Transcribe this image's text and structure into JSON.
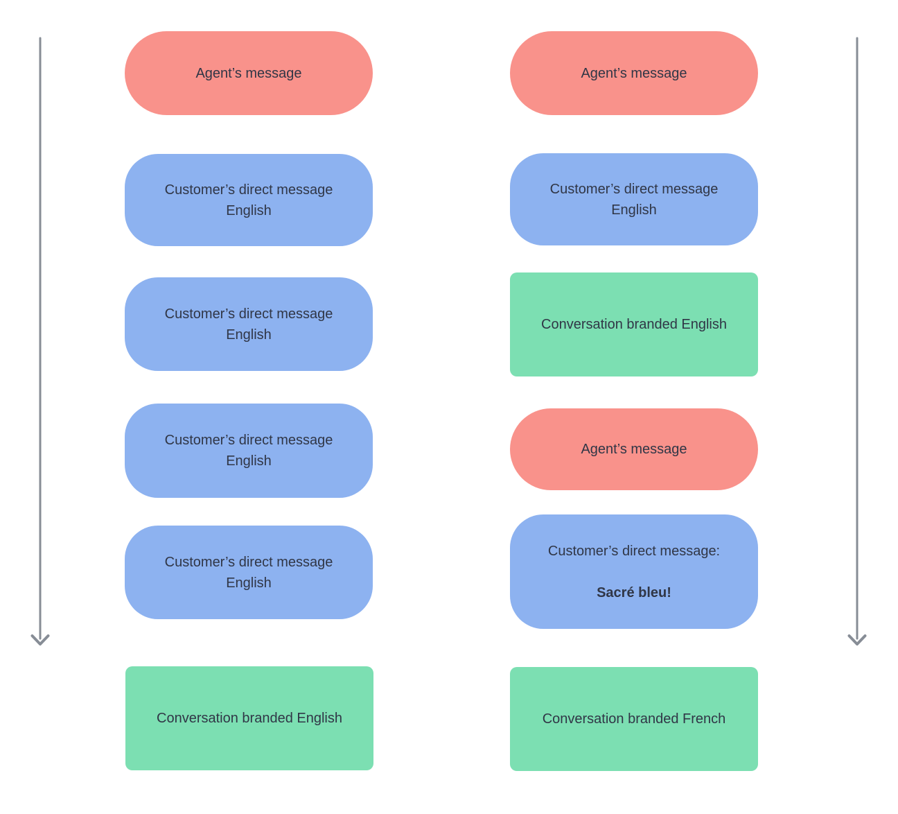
{
  "diagram": {
    "description": "Two chat-flow timelines of message bubbles with downward time arrows on both sides",
    "colors": {
      "agent_bubble": "#F9928B",
      "customer_bubble": "#8DB2F0",
      "branded_bubble": "#7CDFB2",
      "text": "#303646",
      "arrow": "#878D96",
      "background": "#ffffff"
    },
    "arrows": [
      {
        "side": "left",
        "direction": "down"
      },
      {
        "side": "right",
        "direction": "down"
      }
    ],
    "columns": [
      {
        "name": "left",
        "messages": [
          {
            "type": "agent",
            "lines": [
              "Agent’s message"
            ]
          },
          {
            "type": "customer",
            "lines": [
              "Customer’s direct message",
              "English"
            ]
          },
          {
            "type": "customer",
            "lines": [
              "Customer’s direct message",
              "English"
            ]
          },
          {
            "type": "customer",
            "lines": [
              "Customer’s direct message",
              "English"
            ]
          },
          {
            "type": "customer",
            "lines": [
              "Customer’s direct message",
              "English"
            ]
          },
          {
            "type": "branded",
            "lines": [
              "Conversation branded English"
            ]
          }
        ]
      },
      {
        "name": "right",
        "messages": [
          {
            "type": "agent",
            "lines": [
              "Agent’s message"
            ]
          },
          {
            "type": "customer",
            "lines": [
              "Customer’s direct message",
              "English"
            ]
          },
          {
            "type": "branded",
            "lines": [
              "Conversation branded English"
            ]
          },
          {
            "type": "agent",
            "lines": [
              "Agent’s message"
            ]
          },
          {
            "type": "customer",
            "lines": [
              "Customer’s direct message:",
              "Sacré bleu!"
            ],
            "emphasis_line": 1
          },
          {
            "type": "branded",
            "lines": [
              "Conversation branded French"
            ]
          }
        ]
      }
    ]
  }
}
